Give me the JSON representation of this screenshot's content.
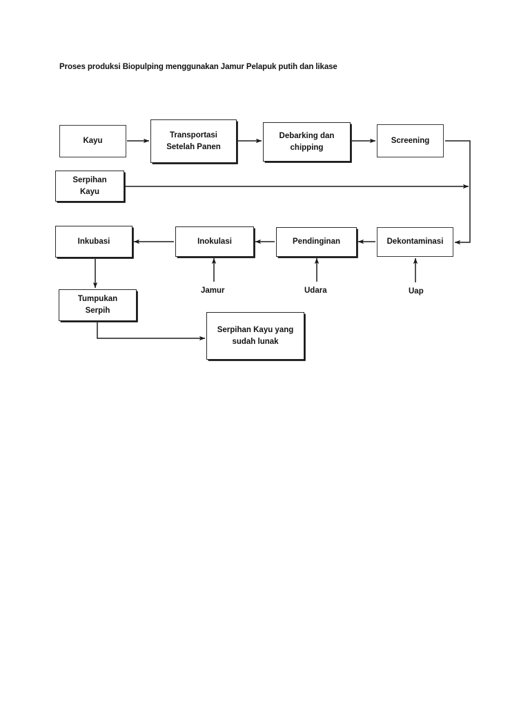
{
  "document": {
    "title": "Proses produksi Biopulping menggunakan Jamur Pelapuk putih dan likase"
  },
  "diagram": {
    "type": "flowchart",
    "orientation": "serpentine-left-to-right",
    "nodes": [
      {
        "id": "kayu",
        "label": "Kayu",
        "row": 1
      },
      {
        "id": "transportasi",
        "label": "Transportasi\nSetelah Panen",
        "row": 1
      },
      {
        "id": "debarking",
        "label": "Debarking dan\nchipping",
        "row": 1
      },
      {
        "id": "screening",
        "label": "Screening",
        "row": 1
      },
      {
        "id": "serpihan_kayu",
        "label": "Serpihan\nKayu",
        "row": 2
      },
      {
        "id": "inkubasi",
        "label": "Inkubasi",
        "row": 3
      },
      {
        "id": "inokulasi",
        "label": "Inokulasi",
        "row": 3
      },
      {
        "id": "pendinginan",
        "label": "Pendinginan",
        "row": 3
      },
      {
        "id": "dekontaminasi",
        "label": "Dekontaminasi",
        "row": 3
      },
      {
        "id": "tumpukan_serpih",
        "label": "Tumpukan\nSerpih",
        "row": 4
      },
      {
        "id": "serpihan_lunak",
        "label": "Serpihan Kayu yang\nsudah lunak",
        "row": 4
      }
    ],
    "input_labels": [
      {
        "id": "jamur",
        "label": "Jamur",
        "target": "inokulasi"
      },
      {
        "id": "udara",
        "label": "Udara",
        "target": "pendinginan"
      },
      {
        "id": "uap",
        "label": "Uap",
        "target": "dekontaminasi"
      }
    ],
    "edges": [
      {
        "from": "kayu",
        "to": "transportasi"
      },
      {
        "from": "transportasi",
        "to": "debarking"
      },
      {
        "from": "debarking",
        "to": "screening"
      },
      {
        "from": "screening",
        "to": "dekontaminasi"
      },
      {
        "from": "serpihan_kayu",
        "to": "screening-return-line"
      },
      {
        "from": "dekontaminasi",
        "to": "pendinginan"
      },
      {
        "from": "pendinginan",
        "to": "inokulasi"
      },
      {
        "from": "inokulasi",
        "to": "inkubasi"
      },
      {
        "from": "jamur",
        "to": "inokulasi"
      },
      {
        "from": "udara",
        "to": "pendinginan"
      },
      {
        "from": "uap",
        "to": "dekontaminasi"
      },
      {
        "from": "inkubasi",
        "to": "tumpukan_serpih"
      },
      {
        "from": "tumpukan_serpih",
        "to": "serpihan_lunak"
      }
    ],
    "colors": {
      "background": "#ffffff",
      "box_border": "#3a3a3a",
      "line": "#1a1a1a",
      "text": "#111111"
    }
  }
}
